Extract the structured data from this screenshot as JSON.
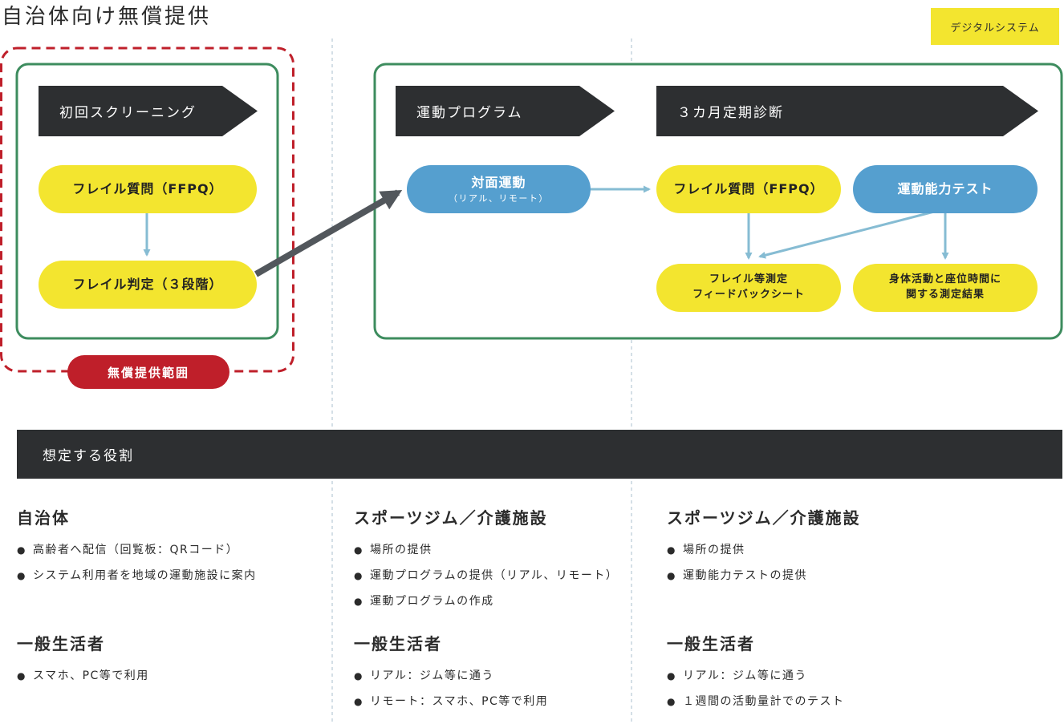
{
  "title": "自治体向け無償提供",
  "system_tag": "デジタルシステム",
  "free_range_label": "無償提供範囲",
  "stages": {
    "screening": "初回スクリーニング",
    "exercise": "運動プログラム",
    "checkup": "３カ月定期診断"
  },
  "nodes": {
    "ffpq_1": "フレイル質問（FFPQ）",
    "judgement": "フレイル判定（３段階）",
    "face_exercise": "対面運動",
    "face_exercise_sub": "（リアル、リモート）",
    "ffpq_2": "フレイル質問（FFPQ）",
    "motor_test": "運動能力テスト",
    "feedback_line1": "フレイル等測定",
    "feedback_line2": "フィードバックシート",
    "activity_line1": "身体活動と座位時間に",
    "activity_line2": "関する測定結果"
  },
  "roles_title": "想定する役割",
  "roles": [
    {
      "heading": "自治体",
      "items": [
        "高齢者へ配信（回覧板：QRコード）",
        "システム利用者を地域の運動施設に案内"
      ],
      "heading2": "一般生活者",
      "items2": [
        "スマホ、PC等で利用"
      ]
    },
    {
      "heading": "スポーツジム／介護施設",
      "items": [
        "場所の提供",
        "運動プログラムの提供（リアル、リモート）",
        "運動プログラムの作成"
      ],
      "heading2": "一般生活者",
      "items2": [
        "リアル：ジム等に通う",
        "リモート：スマホ、PC等で利用"
      ]
    },
    {
      "heading": "スポーツジム／介護施設",
      "items": [
        "場所の提供",
        "運動能力テストの提供"
      ],
      "heading2": "一般生活者",
      "items2": [
        "リアル：ジム等に通う",
        "１週間の活動量計でのテスト"
      ]
    }
  ],
  "colors": {
    "yellow": "#f3e52f",
    "blue": "#559fcf",
    "dark": "#2d2f31",
    "green": "#3d8c5e",
    "red": "#bf1f2a",
    "arrow_light": "#86bcd3",
    "arrow_dark": "#52575c"
  }
}
